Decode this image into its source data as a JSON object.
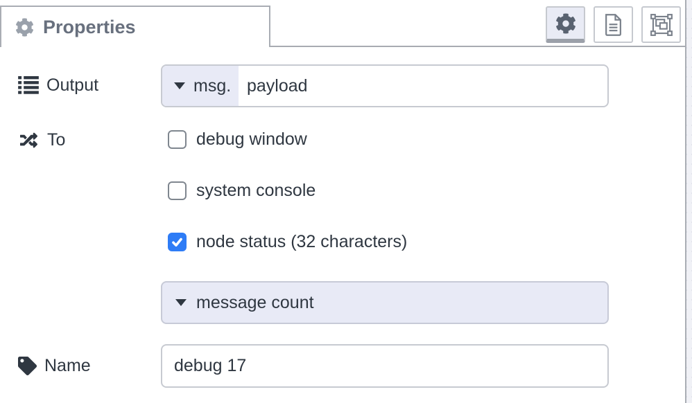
{
  "tab": {
    "label": "Properties"
  },
  "toolbar": {
    "buttons": [
      {
        "name": "properties",
        "icon": "gear-icon",
        "selected": true
      },
      {
        "name": "description",
        "icon": "file-document-icon",
        "selected": false
      },
      {
        "name": "appearance",
        "icon": "object-group-icon",
        "selected": false
      }
    ]
  },
  "form": {
    "output": {
      "label": "Output",
      "icon": "list-icon",
      "typed_input": {
        "type": "msg.",
        "value": "payload"
      }
    },
    "to": {
      "label": "To",
      "icon": "shuffle-icon",
      "checkboxes": [
        {
          "label": "debug window",
          "checked": false
        },
        {
          "label": "system console",
          "checked": false
        },
        {
          "label": "node status (32 characters)",
          "checked": true
        }
      ],
      "status_select": {
        "value": "message count"
      }
    },
    "name": {
      "label": "Name",
      "icon": "tag-icon",
      "value": "debug 17"
    }
  },
  "colors": {
    "accent_blue": "#2e7cf6",
    "lavender": "#e8eaf6",
    "panel_border": "#a9adb4",
    "input_border": "#c7cad1",
    "text": "#2f3741",
    "title_gray": "#68707e",
    "icon_gray": "#7a818b"
  }
}
